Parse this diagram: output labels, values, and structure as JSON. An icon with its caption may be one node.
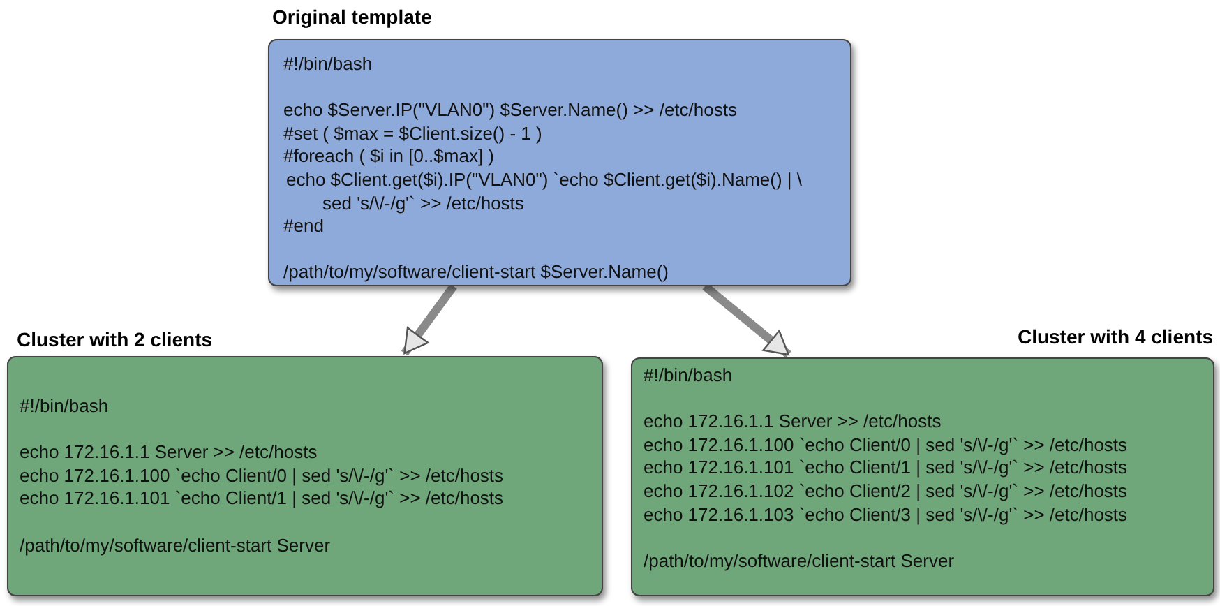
{
  "diagram": {
    "nodes": [
      {
        "text": [
          "Original template",
          "#!/bin/bash",
          "echo $Server.IP(\"VLAN0\") $Server.Name()  >> /etc/hosts",
          "#set ( $max = $Client.size() - 1 )",
          "#foreach ( $i in [0..$max] )",
          "echo $Client.get($i).IP(\"VLAN0\") `echo $Client.get($i).Name()  | \\",
          "sed 's/\\/-/g'` >> /etc/hosts",
          "#end",
          "/path/to/my/software/client-start $Server.Name()"
        ]
      },
      {
        "text": [
          "Cluster with 2 clients",
          "#!/bin/bash",
          "echo 172.16.1.1 Server >> /etc/hosts",
          "echo 172.16.1.100 `echo Client/0 | sed 's/\\/-/g'` >> /etc/hosts",
          "echo 172.16.1.101 `echo Client/1 | sed 's/\\/-/g'` >> /etc/hosts",
          "/path/to/my/software/client-start Server"
        ]
      },
      {
        "text": [
          "Cluster with 4 clients",
          "#!/bin/bash",
          "echo 172.16.1.1 Server >> /etc/hosts",
          "echo 172.16.1.100 `echo Client/0 | sed 's/\\/-/g'` >> /etc/hosts",
          "echo 172.16.1.101 `echo Client/1 | sed 's/\\/-/g'` >> /etc/hosts",
          "echo 172.16.1.102 `echo Client/2 | sed 's/\\/-/g'` >> /etc/hosts",
          "echo 172.16.1.103 `echo Client/3 | sed 's/\\/-/g'` >> /etc/hosts",
          "/path/to/my/software/client-start Server"
        ]
      }
    ],
    "edges": [
      {
        "from": 0,
        "to": 1,
        "arrow": "to"
      },
      {
        "from": 0,
        "to": 2,
        "arrow": "to"
      }
    ]
  }
}
